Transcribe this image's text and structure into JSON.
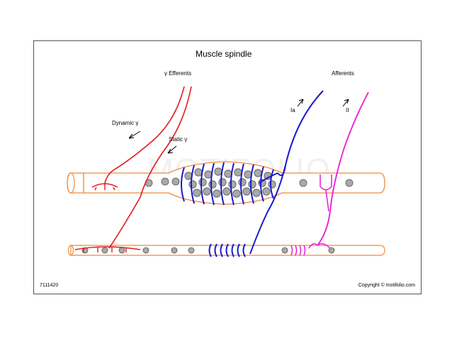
{
  "title": "Muscle spindle",
  "labels": {
    "gamma_efferents": "γ Efferents",
    "afferents": "Afferents",
    "dynamic_gamma": "Dynamic γ",
    "static_gamma": "Static γ",
    "ia": "Ia",
    "ii": "II"
  },
  "watermark": "MOTIFOLIO",
  "footer": {
    "id": "7111420",
    "copyright": "Copyright © motifolio.com"
  },
  "colors": {
    "dynamic_gamma_fiber": "#e11b1b",
    "ia_afferent": "#1a1acc",
    "ii_afferent": "#e81ad6",
    "muscle_fiber_outline": "#f08a3c",
    "nucleus": "#a9a9a9"
  }
}
